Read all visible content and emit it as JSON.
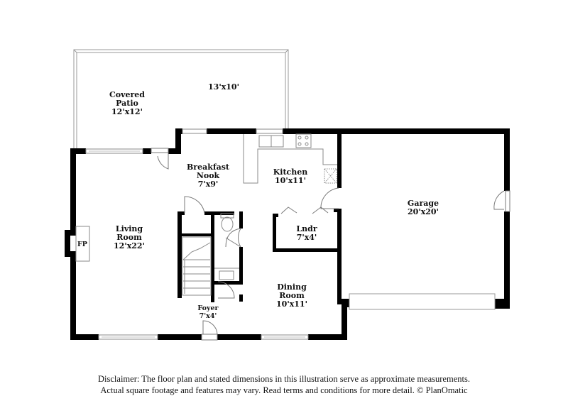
{
  "floorplan": {
    "rooms": [
      {
        "id": "covered-patio",
        "name_lines": [
          "Covered",
          "Patio"
        ],
        "dims": "12'x12'"
      },
      {
        "id": "patio-extension",
        "name_lines": [],
        "dims": "13'x10'"
      },
      {
        "id": "breakfast-nook",
        "name_lines": [
          "Breakfast",
          "Nook"
        ],
        "dims": "7'x9'"
      },
      {
        "id": "kitchen",
        "name_lines": [
          "Kitchen"
        ],
        "dims": "10'x11'"
      },
      {
        "id": "living-room",
        "name_lines": [
          "Living",
          "Room"
        ],
        "dims": "12'x22'"
      },
      {
        "id": "laundry",
        "name_lines": [
          "Lndr"
        ],
        "dims": "7'x4'"
      },
      {
        "id": "dining-room",
        "name_lines": [
          "Dining",
          "Room"
        ],
        "dims": "10'x11'"
      },
      {
        "id": "foyer",
        "name_lines": [
          "Foyer"
        ],
        "dims": "7'x4'"
      },
      {
        "id": "garage",
        "name_lines": [
          "Garage"
        ],
        "dims": "20'x20'"
      }
    ],
    "fixtures": {
      "fireplace": "FP"
    },
    "colors": {
      "wall": "#000000",
      "outline": "#8a8a8a",
      "window": "#c8c8c8"
    }
  },
  "disclaimer": {
    "line1": "Disclaimer: The floor plan and stated dimensions in this illustration serve as approximate measurements.",
    "line2": "Actual square footage and features may vary. Read terms and conditions for more detail. © PlanOmatic"
  }
}
